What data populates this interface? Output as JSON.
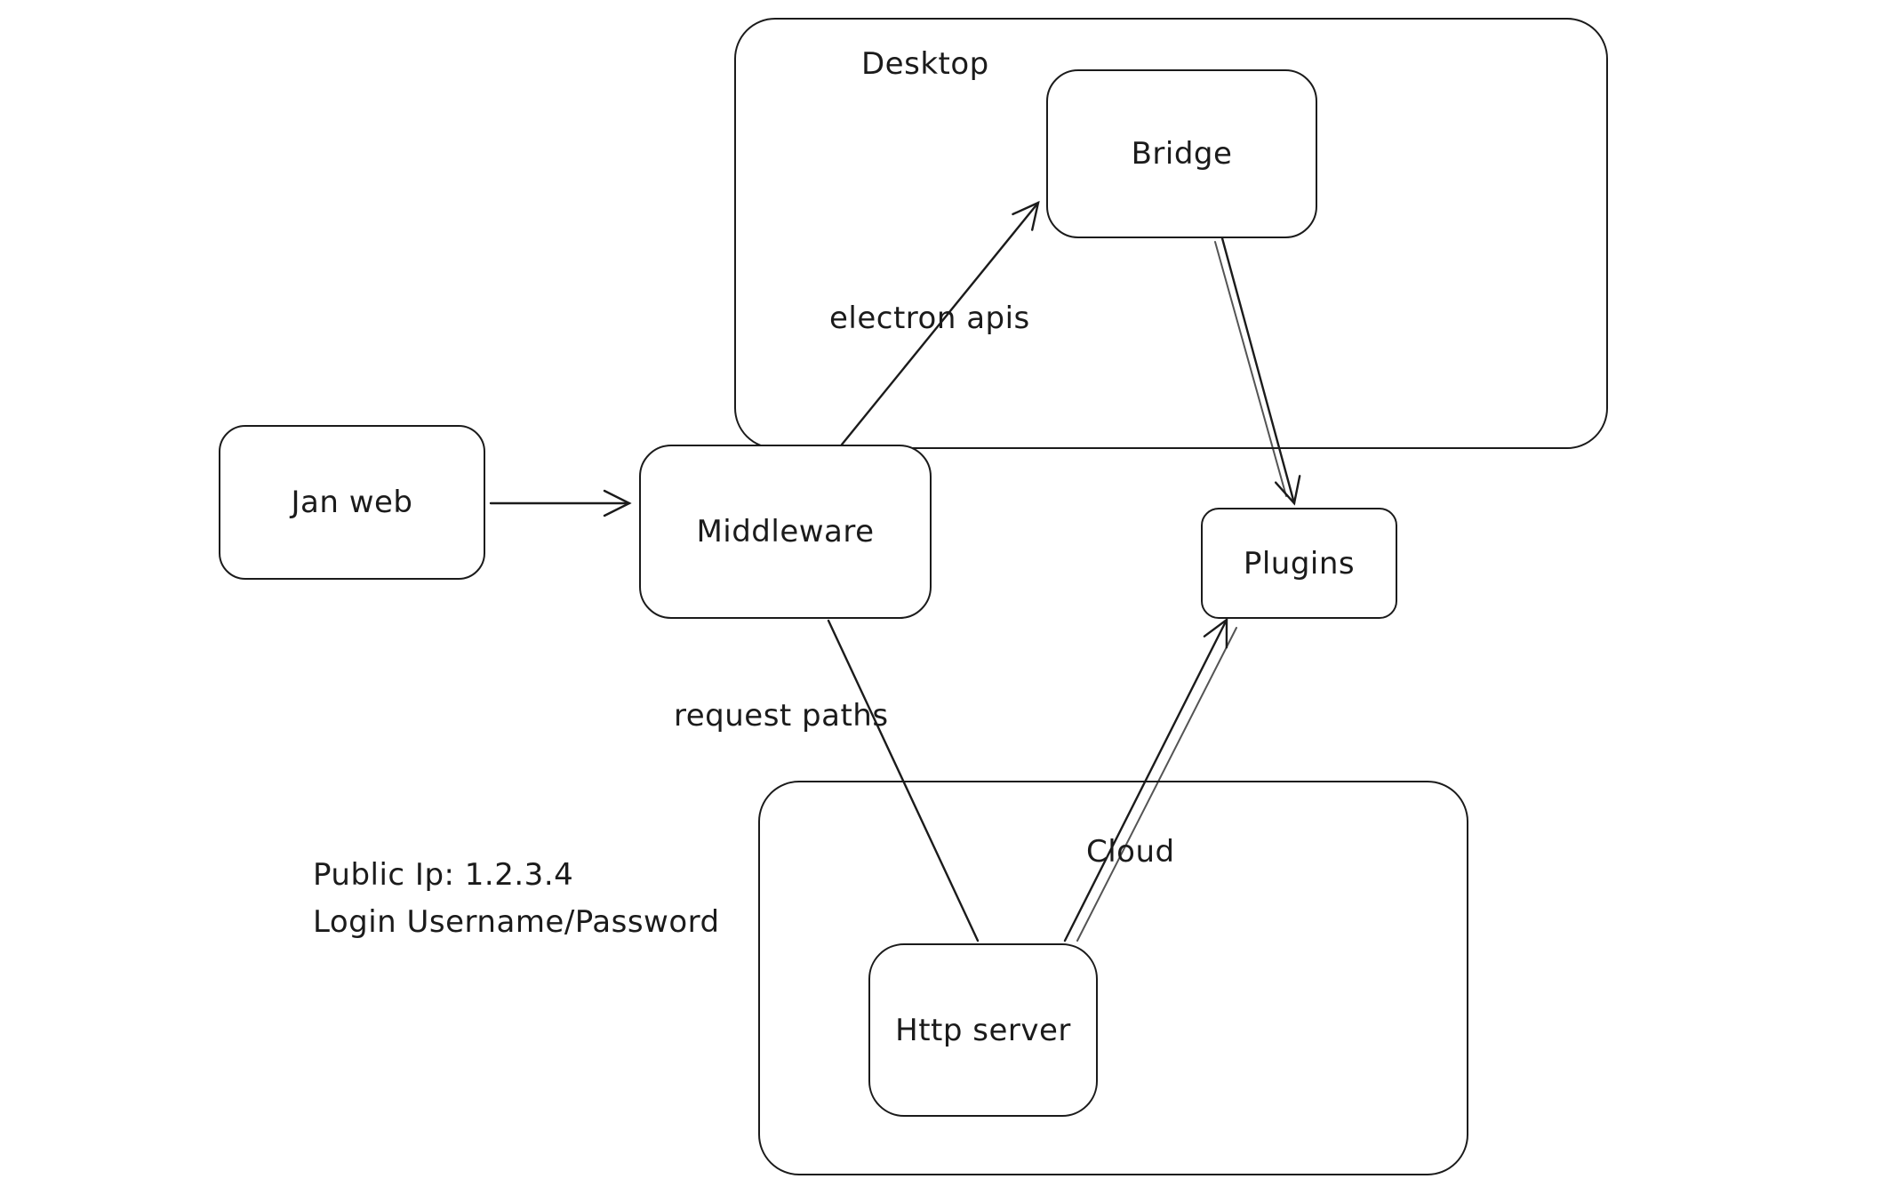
{
  "diagram": {
    "colors": {
      "stroke": "#1b1b1b",
      "background": "#ffffff"
    },
    "containers": {
      "desktop": {
        "label": "Desktop"
      },
      "cloud": {
        "label": "Cloud"
      }
    },
    "nodes": {
      "jan_web": {
        "label": "Jan web"
      },
      "middleware": {
        "label": "Middleware"
      },
      "bridge": {
        "label": "Bridge"
      },
      "plugins": {
        "label": "Plugins"
      },
      "http_server": {
        "label": "Http server"
      }
    },
    "edge_labels": {
      "electron_apis": "electron apis",
      "request_paths": "request paths"
    },
    "annotations": {
      "public_ip": "Public Ip: 1.2.3.4",
      "login": "Login Username/Password"
    }
  }
}
